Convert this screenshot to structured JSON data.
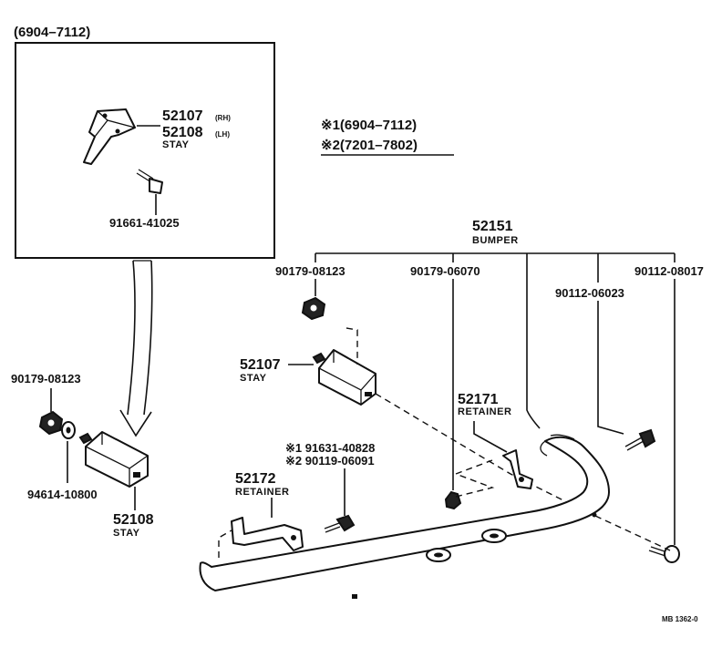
{
  "inset": {
    "range": "(6904–7112)",
    "stay_rh_pn": "52107",
    "stay_rh_side": "(RH)",
    "stay_lh_pn": "52108",
    "stay_lh_side": "(LH)",
    "stay_name": "STAY",
    "bolt_pn": "91661-41025"
  },
  "notes": {
    "note1": "※1(6904–7112)",
    "note2": "※2(7201–7802)"
  },
  "bumper": {
    "pn": "52151",
    "name": "BUMPER"
  },
  "nut_right": {
    "pn": "90179-08123"
  },
  "clip": {
    "pn": "90179-06070"
  },
  "bolt_a": {
    "pn": "90112-06023"
  },
  "bolt_b": {
    "pn": "90112-08017"
  },
  "stay_right": {
    "pn": "52107",
    "name": "STAY"
  },
  "retainer_right": {
    "pn": "52171",
    "name": "RETAINER"
  },
  "screw": {
    "pn1": "※1 91631-40828",
    "pn2": "※2 90119-06091"
  },
  "retainer_left": {
    "pn": "52172",
    "name": "RETAINER"
  },
  "nut_left": {
    "pn": "90179-08123"
  },
  "washer": {
    "pn": "94614-10800"
  },
  "stay_left": {
    "pn": "52108",
    "name": "STAY"
  },
  "ref_code": "MB 1362-0"
}
